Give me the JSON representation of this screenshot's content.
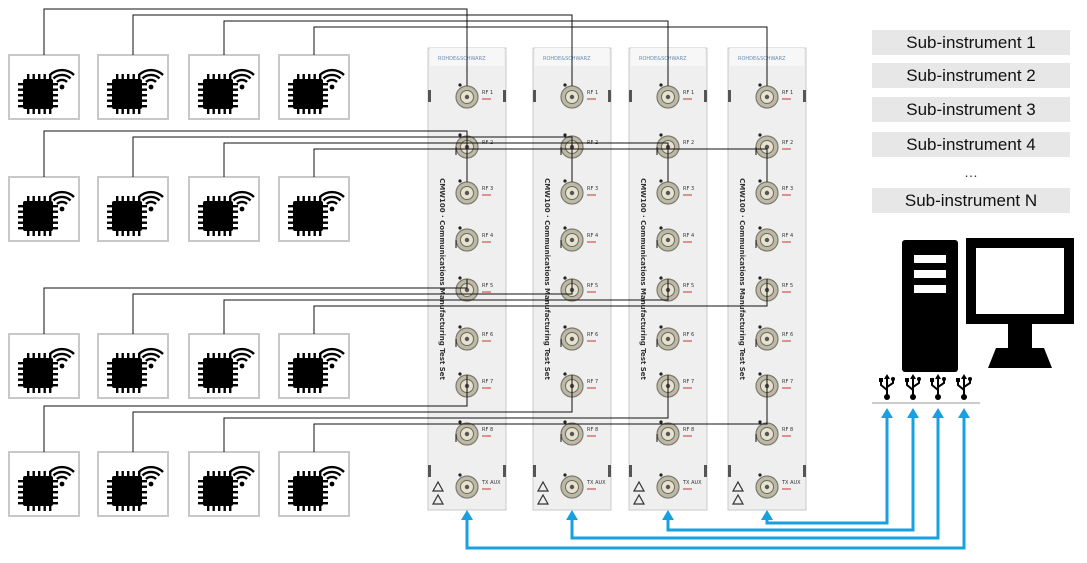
{
  "legend": {
    "items": [
      "Sub-instrument 1",
      "Sub-instrument 2",
      "Sub-instrument 3",
      "Sub-instrument 4"
    ],
    "ellipsis": "…",
    "last": "Sub-instrument N"
  },
  "instrument": {
    "model": "CMW100",
    "vertical_label": "CMW100 · Communications Manufacturing Test Set",
    "brand": "ROHDE&SCHWARZ",
    "ports": [
      "RF 1",
      "RF 2",
      "RF 3",
      "RF 4",
      "RF 5",
      "RF 6",
      "RF 7",
      "RF 8",
      "TX AUX"
    ]
  },
  "icons": {
    "device": "chip-wifi-icon",
    "host": "pc-icon",
    "usb": "usb-icon"
  },
  "colors": {
    "usb_link": "#19a0e0",
    "rf_wire": "#111111",
    "device_border": "#c8c8c8",
    "legend_bg": "#e7e7e7"
  }
}
